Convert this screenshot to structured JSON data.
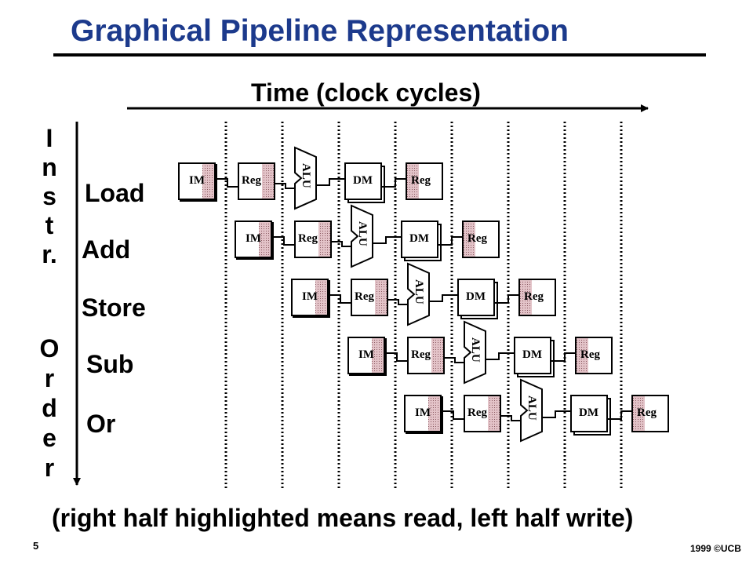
{
  "title": "Graphical Pipeline Representation",
  "time_axis_label": "Time (clock cycles)",
  "order_axis_letters": [
    "I",
    "n",
    "s",
    "t",
    "r.",
    "O",
    "r",
    "d",
    "e",
    "r"
  ],
  "instructions": [
    "Load",
    "Add",
    "Store",
    "Sub",
    "Or"
  ],
  "stages": {
    "im": "IM",
    "reg": "Reg",
    "alu": "ALU",
    "dm": "DM"
  },
  "caption": "(right half highlighted means read, left half write)",
  "page_number": "5",
  "copyright": "1999 ©UCB",
  "colors": {
    "title": "#1c3a8c",
    "highlight": "#e3c3c8"
  }
}
